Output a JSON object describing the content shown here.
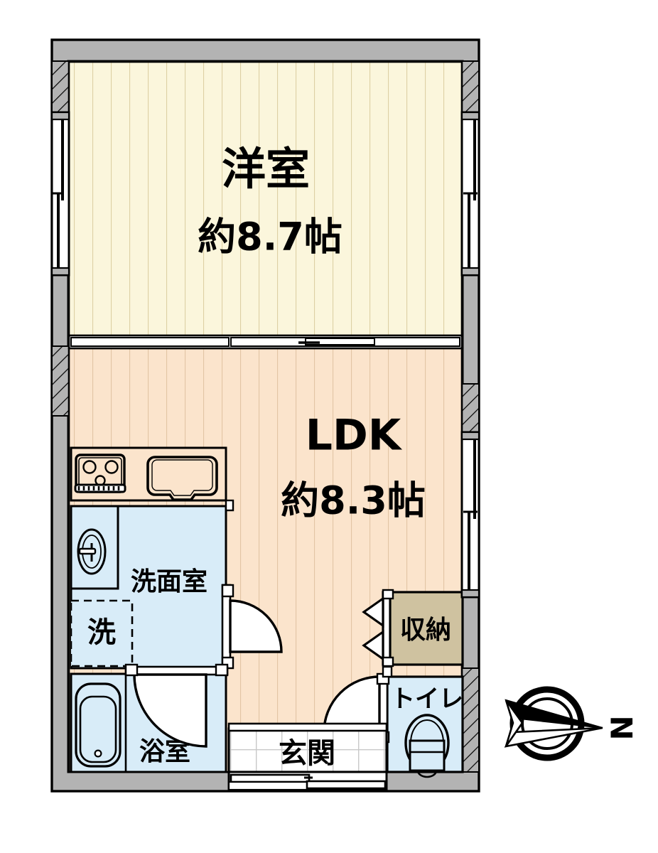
{
  "plan": {
    "type": "japanese-floor-plan",
    "layout_code": "1LDK",
    "colors": {
      "wall_fill": "#b3b3b3",
      "wall_stroke": "#000000",
      "room_washitsu": "#fbf6dc",
      "room_ldk": "#fbe4cc",
      "room_water": "#d8ecf8",
      "room_storage": "#cfc2a0",
      "entrance_tile": "#ffffff",
      "line": "#000000",
      "floor_grain": "#d9c9a8"
    },
    "rooms": [
      {
        "id": "yoshitsu",
        "name": "洋室",
        "area_label": "約8.7帖",
        "type": "western-room",
        "fill": "#fbf6dc"
      },
      {
        "id": "ldk",
        "name": "LDK",
        "area_label": "約8.3帖",
        "type": "living-dining-kitchen",
        "fill": "#fbe4cc"
      },
      {
        "id": "senmenshitsu",
        "name": "洗面室",
        "area_label": "",
        "type": "washroom",
        "fill": "#d8ecf8"
      },
      {
        "id": "yokushitsu",
        "name": "浴室",
        "area_label": "",
        "type": "bathroom",
        "fill": "#d8ecf8"
      },
      {
        "id": "toilet",
        "name": "トイレ",
        "area_label": "",
        "type": "toilet",
        "fill": "#d8ecf8"
      },
      {
        "id": "shuno",
        "name": "収納",
        "area_label": "",
        "type": "closet",
        "fill": "#cfc2a0"
      },
      {
        "id": "genkan",
        "name": "玄関",
        "area_label": "",
        "type": "entrance",
        "fill": "#ffffff"
      },
      {
        "id": "sentakuki",
        "name": "洗",
        "area_label": "",
        "type": "washing-machine-space",
        "fill": "#d8ecf8"
      }
    ],
    "fixtures": [
      {
        "id": "stove",
        "name": "gas-stove",
        "burners": 3
      },
      {
        "id": "sink",
        "name": "kitchen-sink"
      },
      {
        "id": "vanity",
        "name": "vanity-basin"
      },
      {
        "id": "bathtub",
        "name": "bathtub"
      },
      {
        "id": "toilet-bowl",
        "name": "toilet-bowl"
      }
    ],
    "openings": [
      {
        "id": "window-left-upper",
        "type": "sliding-window",
        "wall": "left"
      },
      {
        "id": "window-right-upper",
        "type": "sliding-window",
        "wall": "right"
      },
      {
        "id": "window-right-lower",
        "type": "sliding-window",
        "wall": "right"
      },
      {
        "id": "partition-yoshitsu-ldk",
        "type": "sliding-door"
      },
      {
        "id": "door-washroom",
        "type": "hinged-door"
      },
      {
        "id": "door-bathroom",
        "type": "hinged-door"
      },
      {
        "id": "door-toilet",
        "type": "hinged-door"
      },
      {
        "id": "door-closet",
        "type": "folding-door"
      },
      {
        "id": "entrance-door",
        "type": "sliding-entrance-door"
      }
    ],
    "compass": {
      "label": "N",
      "direction": "right",
      "name": "north-arrow"
    }
  }
}
